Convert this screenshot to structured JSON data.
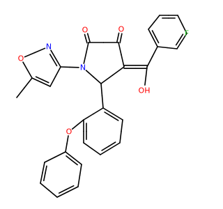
{
  "figure": {
    "type": "chemical-structure",
    "colors": {
      "bond": "#000000",
      "O": "#ff0000",
      "N": "#0000ff",
      "F": "#33cc33"
    },
    "atoms": [
      {
        "id": "F",
        "text": "F",
        "element": "F"
      },
      {
        "id": "O1",
        "text": "O",
        "element": "O"
      },
      {
        "id": "O2",
        "text": "O",
        "element": "O"
      },
      {
        "id": "OH",
        "text": "OH",
        "element": "O"
      },
      {
        "id": "N1",
        "text": "N",
        "element": "N"
      },
      {
        "id": "Nx",
        "text": "N",
        "element": "N"
      },
      {
        "id": "Ox",
        "text": "O",
        "element": "O"
      },
      {
        "id": "Oe",
        "text": "O",
        "element": "O"
      }
    ]
  }
}
